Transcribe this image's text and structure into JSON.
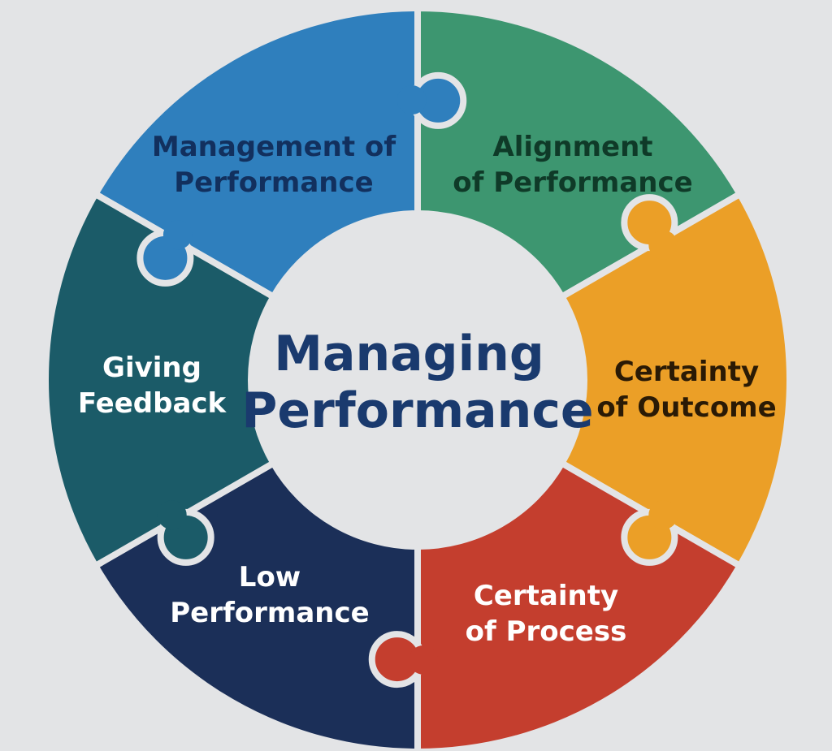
{
  "diagram": {
    "center_title": {
      "lines": [
        "Managing",
        "Performance"
      ],
      "color": "#1a3a6e"
    },
    "background_color": "#e3e4e6",
    "center_fill": "#e3e4e6",
    "segments": [
      {
        "id": "management",
        "lines": [
          "Management of",
          "Performance"
        ],
        "color": "#2f7fbd",
        "text_color": "#12305e"
      },
      {
        "id": "alignment",
        "lines": [
          "Alignment",
          "of Performance"
        ],
        "color": "#3d9670",
        "text_color": "#0f3a28"
      },
      {
        "id": "outcome",
        "lines": [
          "Certainty",
          "of Outcome"
        ],
        "color": "#eb9f27",
        "text_color": "#2a1a05"
      },
      {
        "id": "process",
        "lines": [
          "Certainty",
          "of Process"
        ],
        "color": "#c43e2e",
        "text_color": "#ffffff"
      },
      {
        "id": "low",
        "lines": [
          "Low",
          "Performance"
        ],
        "color": "#1b2f58",
        "text_color": "#ffffff"
      },
      {
        "id": "feedback",
        "lines": [
          "Giving",
          "Feedback"
        ],
        "color": "#1b5b68",
        "text_color": "#ffffff"
      }
    ]
  }
}
